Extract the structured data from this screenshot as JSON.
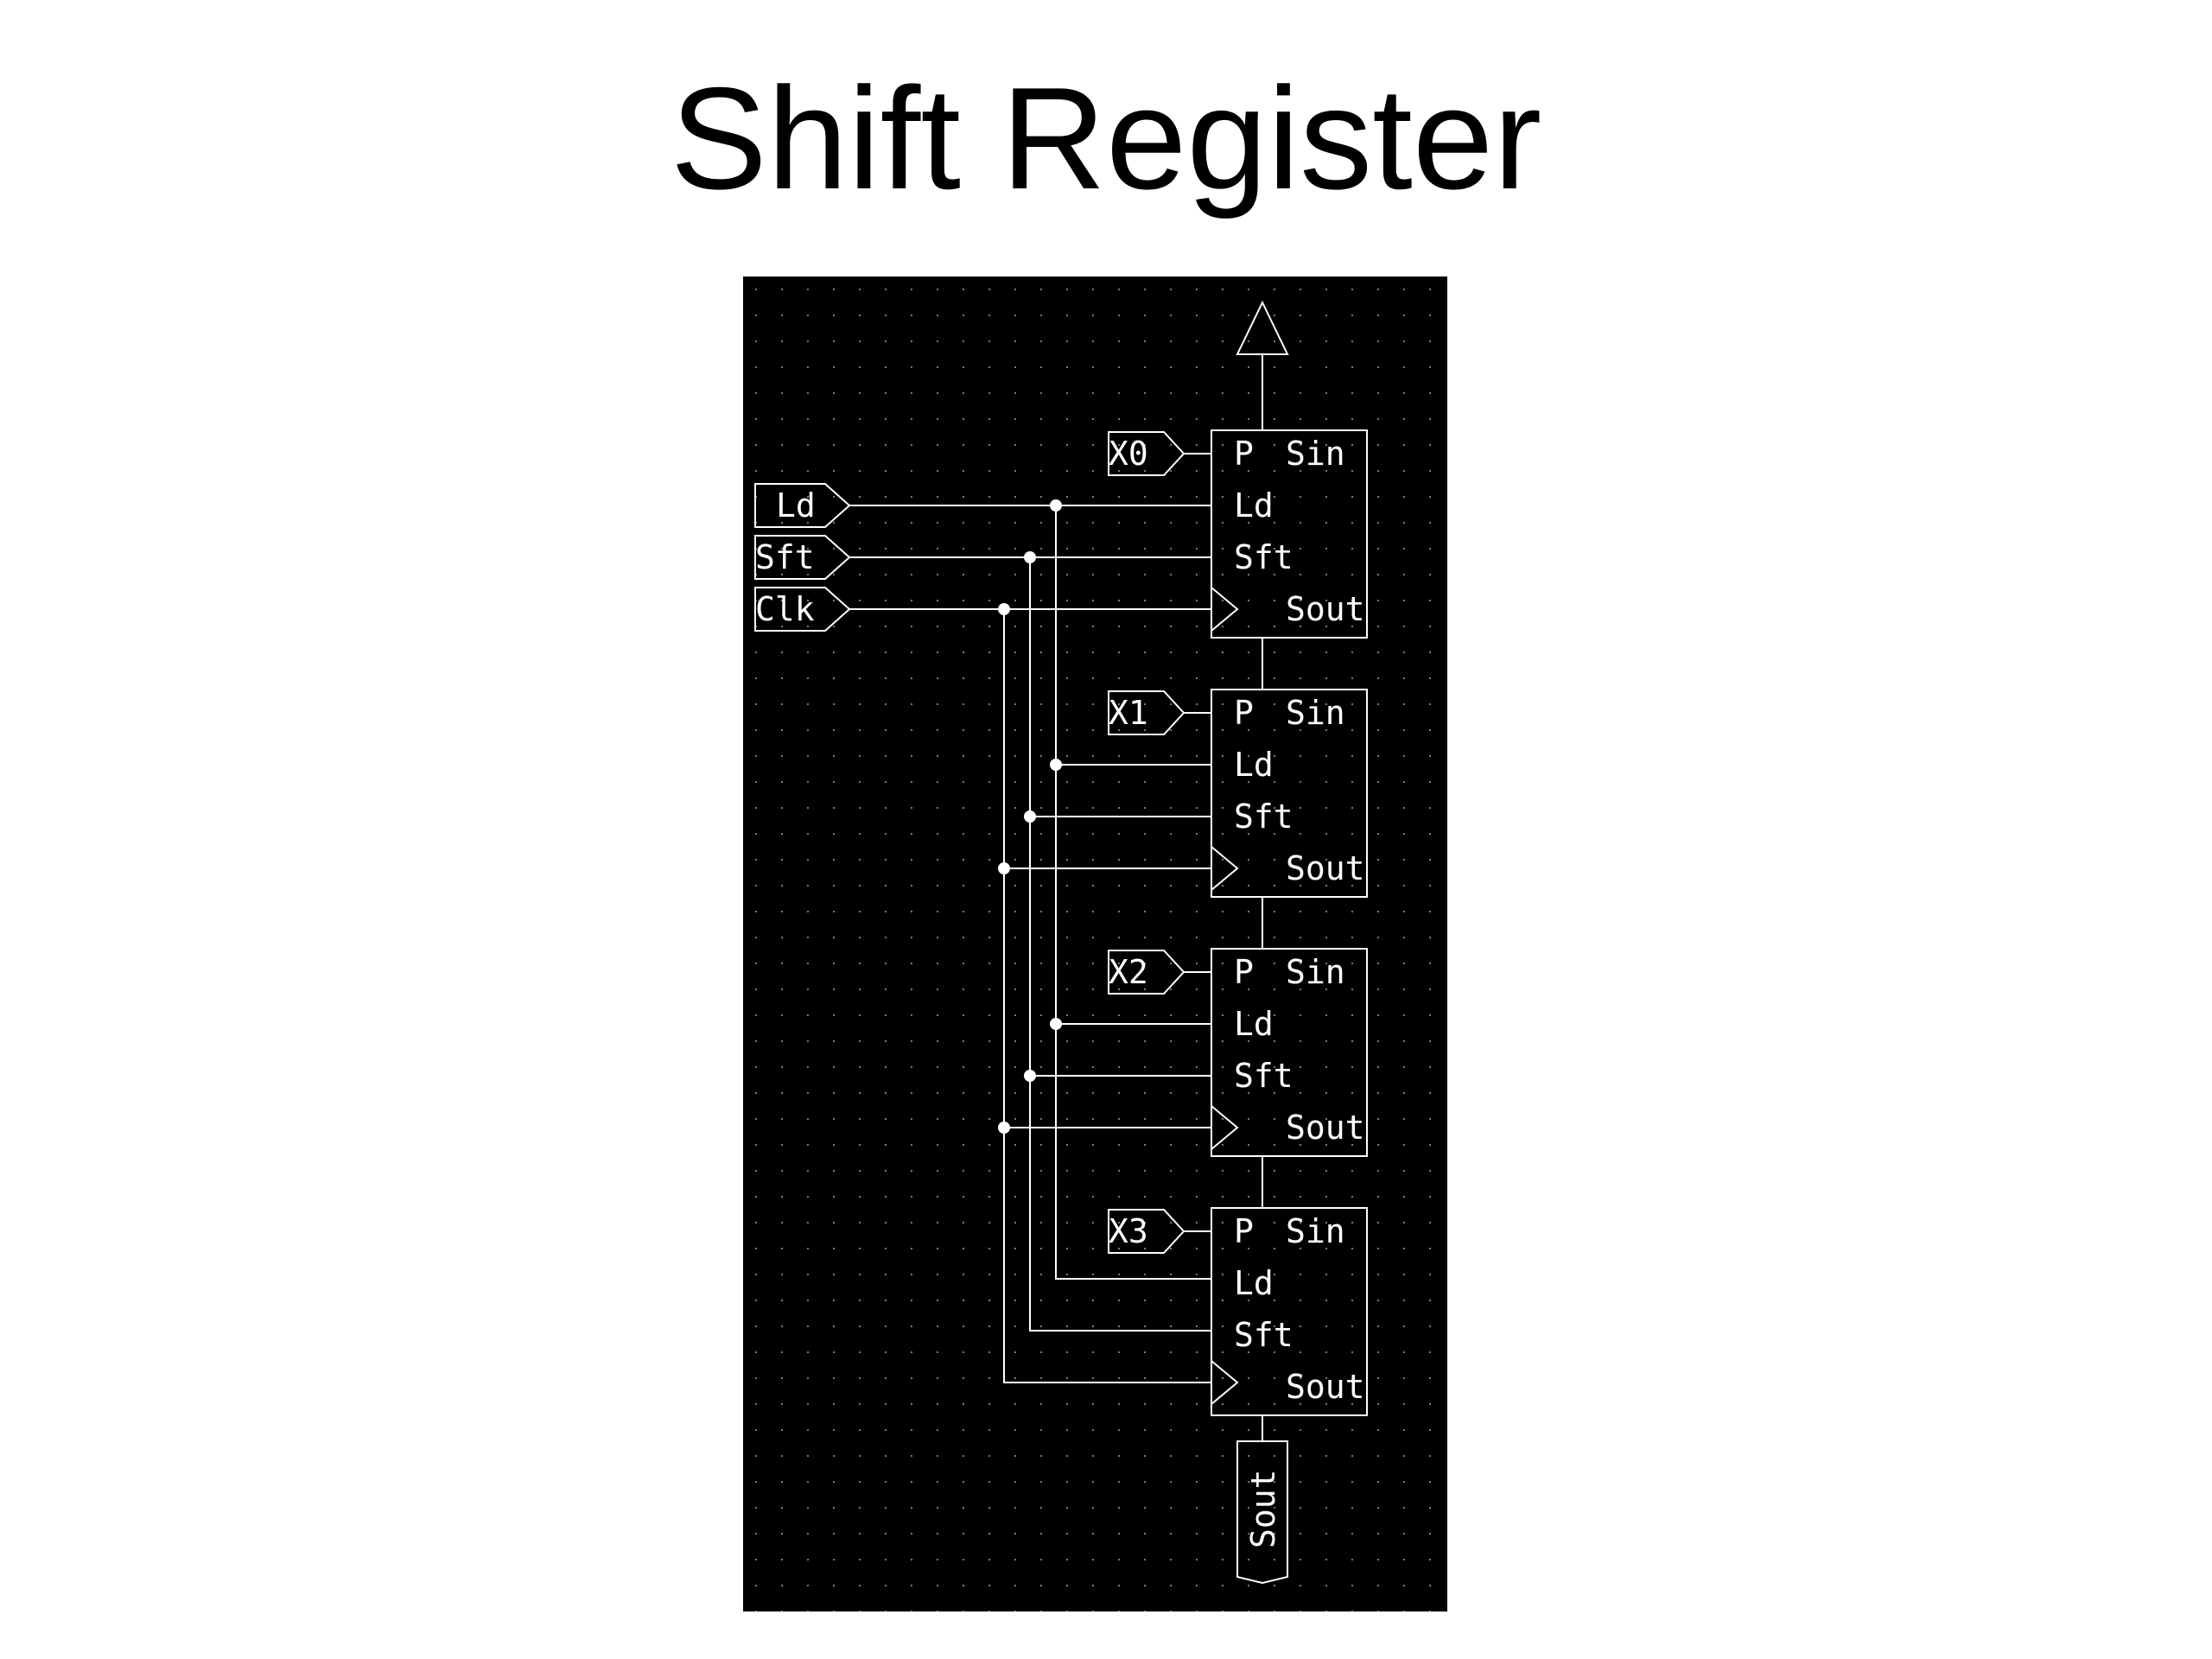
{
  "title": "Shift Register",
  "inputs": [
    {
      "label": "Ld"
    },
    {
      "label": "Sft"
    },
    {
      "label": "Clk"
    }
  ],
  "registers": [
    {
      "data_input": "X0",
      "pins": {
        "p": "P",
        "sin": "Sin",
        "ld": "Ld",
        "sft": "Sft",
        "sout": "Sout"
      }
    },
    {
      "data_input": "X1",
      "pins": {
        "p": "P",
        "sin": "Sin",
        "ld": "Ld",
        "sft": "Sft",
        "sout": "Sout"
      }
    },
    {
      "data_input": "X2",
      "pins": {
        "p": "P",
        "sin": "Sin",
        "ld": "Ld",
        "sft": "Sft",
        "sout": "Sout"
      }
    },
    {
      "data_input": "X3",
      "pins": {
        "p": "P",
        "sin": "Sin",
        "ld": "Ld",
        "sft": "Sft",
        "sout": "Sout"
      }
    }
  ],
  "output": {
    "label": "Sout"
  },
  "colors": {
    "canvas_background": "#000000",
    "wire": "#ffffff",
    "grid_dot": "#7a7a7a",
    "page_background": "#ffffff"
  }
}
